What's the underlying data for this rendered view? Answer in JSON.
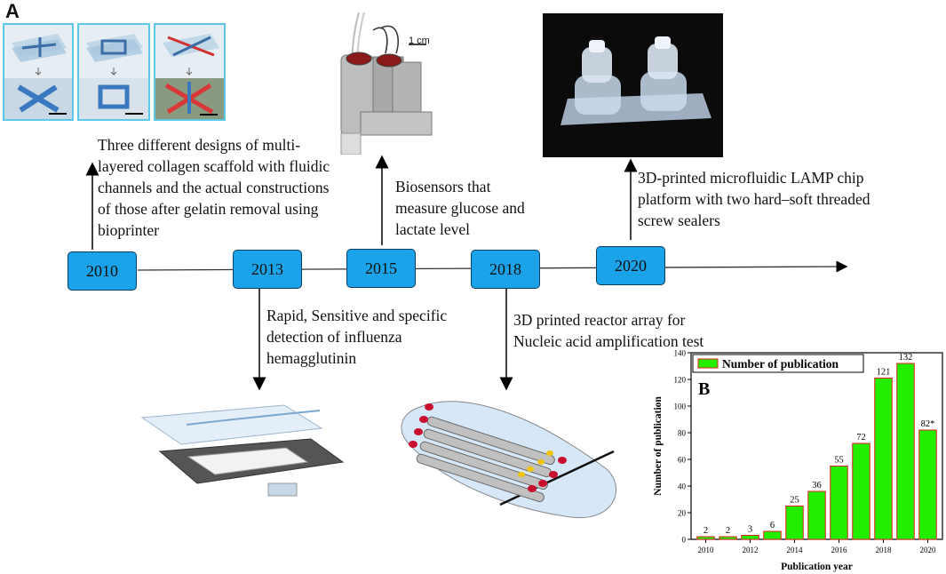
{
  "panel_labels": {
    "a": "A",
    "b": "B"
  },
  "timeline": {
    "years": [
      "2010",
      "2013",
      "2015",
      "2018",
      "2020"
    ],
    "captions": {
      "y2010": "Three different designs of multi-layered collagen scaffold with fluidic channels and the actual constructions of those after gelatin removal using bioprinter",
      "y2013": "Rapid, Sensitive and specific detection of influenza hemagglutinin",
      "y2015": "Biosensors that measure glucose and lactate level",
      "y2018": "3D printed reactor array for Nucleic acid amplification test",
      "y2020": "3D-printed microfluidic LAMP chip platform with two hard–soft threaded screw sealers"
    },
    "scale_label": "1 cm"
  },
  "chart_data": {
    "type": "bar",
    "categories": [
      "2010",
      "2011",
      "2012",
      "2013",
      "2014",
      "2015",
      "2016",
      "2017",
      "2018",
      "2019",
      "2020"
    ],
    "series": [
      {
        "name": "Number of publication",
        "values": [
          2,
          2,
          3,
          6,
          25,
          36,
          55,
          72,
          121,
          132,
          82
        ]
      }
    ],
    "data_labels": [
      "2",
      "2",
      "3",
      "6",
      "25",
      "36",
      "55",
      "72",
      "121",
      "132",
      "82*"
    ],
    "xlabel": "Publication year",
    "ylabel": "Number of publication",
    "ylim": [
      0,
      140
    ],
    "yticks": [
      0,
      20,
      40,
      60,
      80,
      100,
      120,
      140
    ],
    "xticks": [
      "2010",
      "2012",
      "2014",
      "2016",
      "2018",
      "2020"
    ],
    "legend": "top-left",
    "bar_color": "#22ee00",
    "bar_edge": "#e02020"
  }
}
